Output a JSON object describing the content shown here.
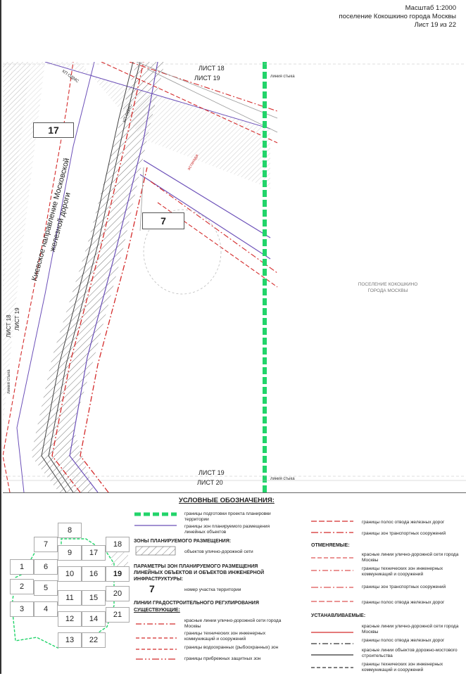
{
  "header": {
    "scale": "Масштаб 1:2000",
    "settlement": "поселение Кокошкино города Москвы",
    "sheet": "Лист 19 из 22"
  },
  "map": {
    "sheet_top_1": "ЛИСТ 18",
    "sheet_top_2": "ЛИСТ 19",
    "sheet_bottom_1": "ЛИСТ 19",
    "sheet_bottom_2": "ЛИСТ 20",
    "sheet_left_1": "ЛИСТ 18",
    "sheet_left_2": "ЛИСТ 19",
    "stack_line_top": "линия стыка",
    "stack_line_bottom": "линия стыка",
    "stack_line_left": "линия стыка",
    "kp_odms_1": "КП ОДМС",
    "kp_odms_2": "КП ОДМС",
    "parcel_17": "17",
    "parcel_7": "7",
    "railway_line1": "Киевское направление Московской",
    "railway_line2": "железной дороги",
    "settlement_line1": "ПОСЕЛЕНИЕ КОКОШКИНО",
    "settlement_line2": "ГОРОДА МОСКВЫ",
    "estakada": "эстакада"
  },
  "legend": {
    "title": "УСЛОВНЫЕ ОБОЗНАЧЕНИЯ:",
    "items": {
      "boundary_project": "границы подготовки проекта планировки территории",
      "boundary_zones": "границы зон планируемого размещения линейных объектов",
      "zones_header": "ЗОНЫ ПЛАНИРУЕМОГО РАЗМЕЩЕНИЯ:",
      "street_objects": "объектов улично-дорожной сети",
      "params_header": "ПАРАМЕТРЫ ЗОН ПЛАНИРУЕМОГО РАЗМЕЩЕНИЯ ЛИНЕЙНЫХ ОБЪЕКТОВ И ОБЪЕКТОВ ИНЖЕНЕРНОЙ ИНФРАСТРУКТУРЫ:",
      "parcel_number_symbol": "7",
      "parcel_number": "номер участка территории",
      "lines_header": "ЛИНИИ ГРАДОСТРОИТЕЛЬНОГО РЕГУЛИРОВАНИЯ",
      "existing_header": "СУЩЕСТВУЮЩИЕ:",
      "red_lines": "красные линии улично-дорожной сети города Москвы",
      "tech_zones": "границы технических зон инженерных коммуникаций и сооружений",
      "water_zones": "границы водоохранных (рыбоохранных) зон",
      "coastal_zones": "границы прибрежных защитных зон",
      "rail_allot": "границы полос отвода железных дорог",
      "transport_zones": "границы зон транспортных сооружений",
      "cancelled_header": "ОТМЕНЯЕМЫЕ:",
      "c_red_lines": "красные линии улично-дорожной сети города Москвы",
      "c_tech_zones": "границы технических зон инженерных коммуникаций и сооружений",
      "c_transport": "границы зон транспортных сооружений",
      "c_rail": "границы полос отвода железных дорог",
      "established_header": "УСТАНАВЛИВАЕМЫЕ:",
      "e_red_lines": "красные линии улично-дорожной сети города Москвы",
      "e_rail": "границы полос отвода железных дорог",
      "e_road_bridge": "красные линии объектов дорожно-мостового строительства",
      "e_tech": "границы технических зон инженерных коммуникаций и сооружений"
    },
    "index_numbers": [
      "8",
      "7",
      "9",
      "17",
      "18",
      "1",
      "6",
      "2",
      "5",
      "10",
      "16",
      "19",
      "20",
      "11",
      "15",
      "3",
      "4",
      "12",
      "14",
      "21",
      "13",
      "22"
    ]
  },
  "colors": {
    "project_boundary": "#22d46a",
    "zone_boundary": "#6b4fb8",
    "red_line": "#d42a2a",
    "hatch": "#555555"
  }
}
